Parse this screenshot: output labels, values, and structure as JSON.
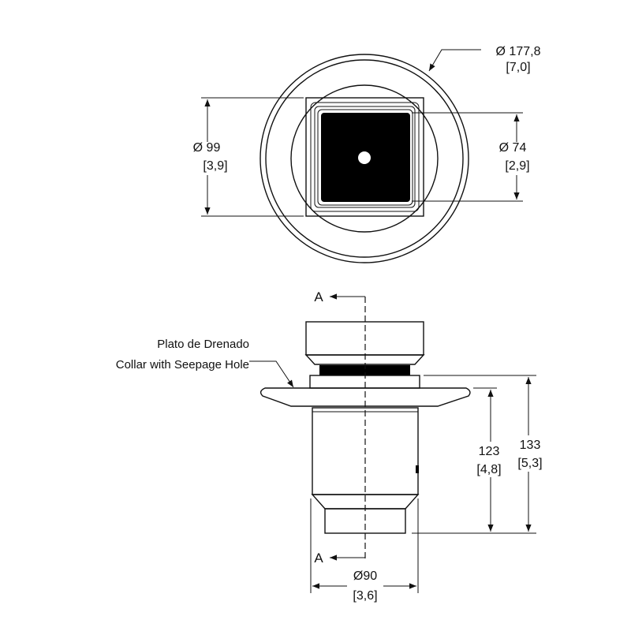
{
  "top_view": {
    "outer_diameter": {
      "value": "Ø 177,8",
      "inch": "[7,0]"
    },
    "grate_size": {
      "value": "Ø  99",
      "inch": "[3,9]"
    },
    "inner_size": {
      "value": "Ø  74",
      "inch": "[2,9]"
    }
  },
  "side_view": {
    "section_mark_top": "A",
    "section_mark_bottom": "A",
    "label_1": "Plato de Drenado",
    "label_2": "Collar with Seepage Hole",
    "height_small": {
      "value": "123",
      "inch": "[4,8]"
    },
    "height_large": {
      "value": "133",
      "inch": "[5,3]"
    },
    "pipe_diameter": {
      "value": "Ø90",
      "inch": "[3,6]"
    }
  },
  "colors": {
    "line": "#111111",
    "background": "#ffffff"
  }
}
